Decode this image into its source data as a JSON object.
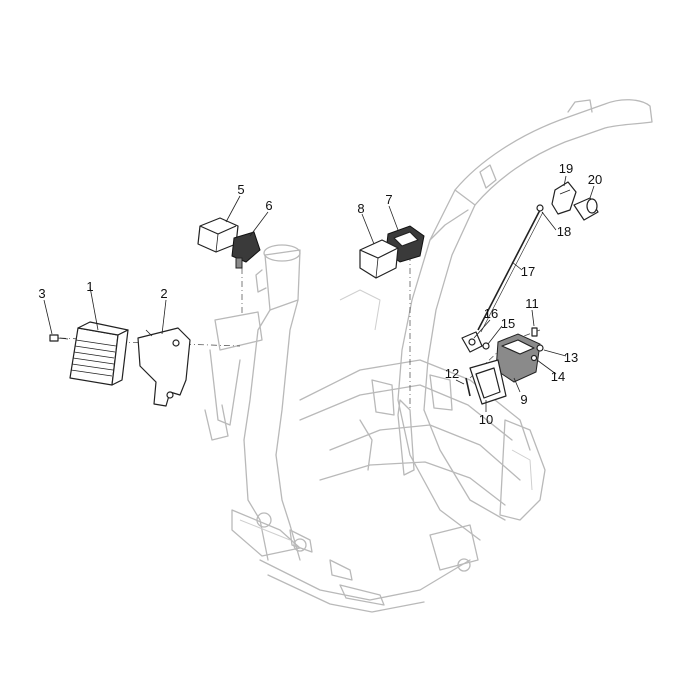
{
  "callouts": [
    {
      "id": "1",
      "label": "1"
    },
    {
      "id": "2",
      "label": "2"
    },
    {
      "id": "3",
      "label": "3"
    },
    {
      "id": "5",
      "label": "5"
    },
    {
      "id": "6",
      "label": "6"
    },
    {
      "id": "7",
      "label": "7"
    },
    {
      "id": "8",
      "label": "8"
    },
    {
      "id": "9",
      "label": "9"
    },
    {
      "id": "10",
      "label": "10"
    },
    {
      "id": "11",
      "label": "11"
    },
    {
      "id": "12",
      "label": "12"
    },
    {
      "id": "13",
      "label": "13"
    },
    {
      "id": "14",
      "label": "14"
    },
    {
      "id": "15",
      "label": "15"
    },
    {
      "id": "16",
      "label": "16"
    },
    {
      "id": "17",
      "label": "17"
    },
    {
      "id": "18",
      "label": "18"
    },
    {
      "id": "19",
      "label": "19"
    },
    {
      "id": "20",
      "label": "20"
    }
  ]
}
